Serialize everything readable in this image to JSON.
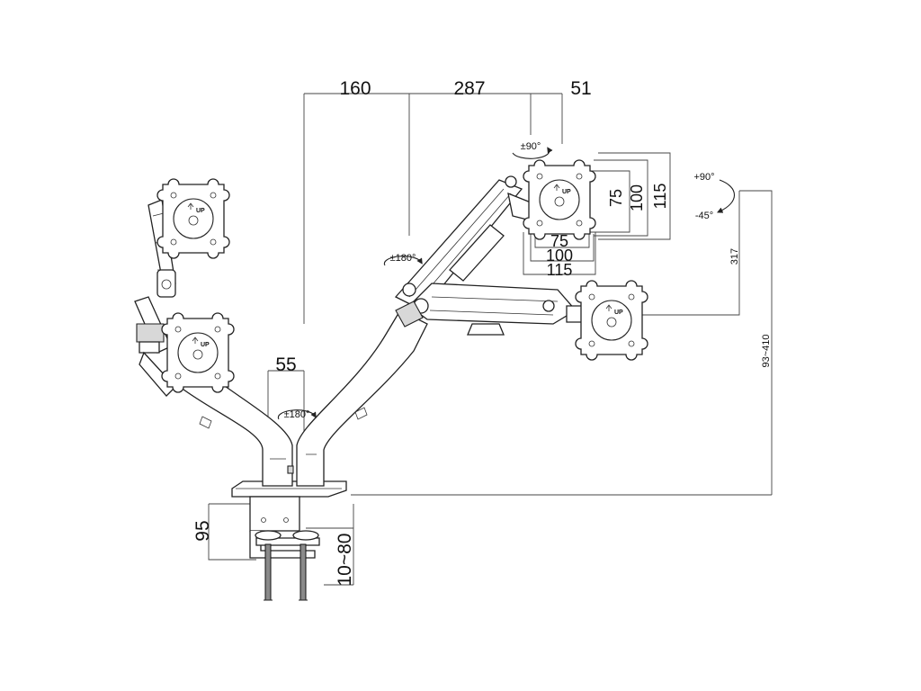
{
  "dimensions": {
    "top_left": "160",
    "top_mid": "287",
    "top_right": "51",
    "vesa_v1": "75",
    "vesa_v2": "100",
    "vesa_v3": "115",
    "vesa_h1": "75",
    "vesa_h2": "100",
    "vesa_h3": "115",
    "right_height": "317",
    "range_height": "93~410",
    "base_gap": "55",
    "clamp_height": "95",
    "clamp_range": "10~80"
  },
  "rotations": {
    "swivel_top": "±90°",
    "swivel_mid": "±180°",
    "swivel_base": "±180°",
    "tilt_up": "+90°",
    "tilt_down": "-45°"
  },
  "plate_label": "UP"
}
